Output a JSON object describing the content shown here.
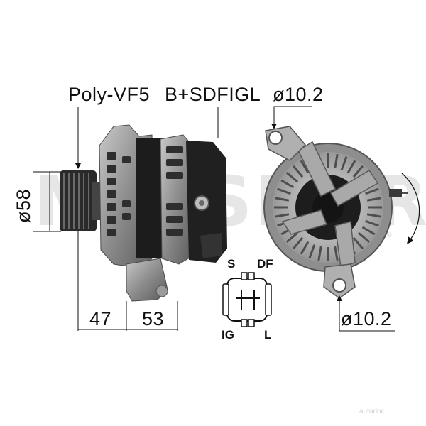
{
  "watermark": {
    "brand": "MESSMER",
    "reg": "®"
  },
  "labels": {
    "belt": "Poly-VF5",
    "terminals": "B+SDFIGL",
    "hole_top": "ø10.2",
    "hole_bottom": "ø10.2",
    "diameter": "ø58",
    "dim_left": "47",
    "dim_right": "53"
  },
  "connector": {
    "s": "S",
    "df": "DF",
    "ig": "IG",
    "l": "L"
  },
  "footer_mark": "autodoc"
}
